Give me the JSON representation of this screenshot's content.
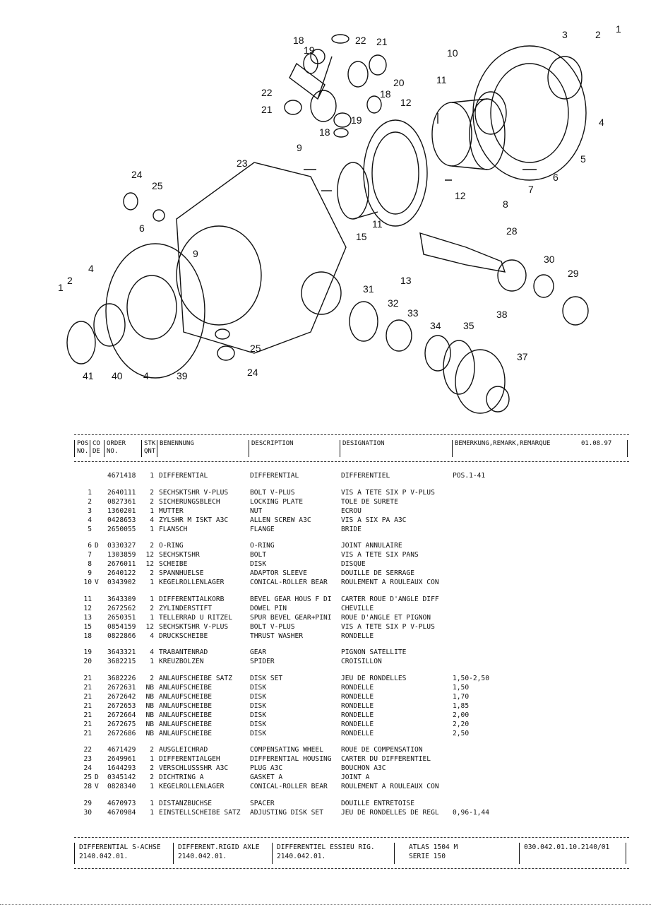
{
  "diagram": {
    "callouts": [
      "18",
      "19",
      "22",
      "21",
      "20",
      "22",
      "21",
      "18",
      "19",
      "18",
      "12",
      "11",
      "10",
      "3",
      "2",
      "1",
      "4",
      "5",
      "6",
      "7",
      "8",
      "9",
      "23",
      "24",
      "25",
      "6",
      "9",
      "12",
      "11",
      "15",
      "28",
      "13",
      "30",
      "29",
      "38",
      "4",
      "1",
      "2",
      "41",
      "40",
      "4",
      "39",
      "25",
      "24",
      "31",
      "32",
      "33",
      "34",
      "35",
      "37"
    ]
  },
  "header": {
    "pos": "POS",
    "pos2": "NO.",
    "co": "CO",
    "co2": "DE",
    "order": "ORDER",
    "order2": "NO.",
    "stk": "STK",
    "stk2": "QNT",
    "benennung": "BENENNUNG",
    "description": "DESCRIPTION",
    "designation": "DESIGNATION",
    "bemerkung": "BEMERKUNG,REMARK,REMARQUE",
    "date": "01.08.97"
  },
  "groups": [
    [
      {
        "pos": "",
        "co": "",
        "order": "4671418",
        "qty": "1",
        "de": "DIFFERENTIAL",
        "en": "DIFFERENTIAL",
        "fr": "DIFFERENTIEL",
        "remark": "POS.1-41"
      }
    ],
    [
      {
        "pos": "1",
        "co": "",
        "order": "2640111",
        "qty": "2",
        "de": "SECHSKTSHR V-PLUS",
        "en": "BOLT V-PLUS",
        "fr": "VIS A TETE SIX P V-PLUS",
        "remark": ""
      },
      {
        "pos": "2",
        "co": "",
        "order": "0827361",
        "qty": "2",
        "de": "SICHERUNGSBLECH",
        "en": "LOCKING PLATE",
        "fr": "TOLE DE SURETE",
        "remark": ""
      },
      {
        "pos": "3",
        "co": "",
        "order": "1360201",
        "qty": "1",
        "de": "MUTTER",
        "en": "NUT",
        "fr": "ECROU",
        "remark": ""
      },
      {
        "pos": "4",
        "co": "",
        "order": "0428653",
        "qty": "4",
        "de": "ZYLSHR M ISKT A3C",
        "en": "ALLEN SCREW A3C",
        "fr": "VIS A SIX PA A3C",
        "remark": ""
      },
      {
        "pos": "5",
        "co": "",
        "order": "2650055",
        "qty": "1",
        "de": "FLANSCH",
        "en": "FLANGE",
        "fr": "BRIDE",
        "remark": ""
      }
    ],
    [
      {
        "pos": "6",
        "co": "D",
        "order": "0330327",
        "qty": "2",
        "de": "O-RING",
        "en": "O-RING",
        "fr": "JOINT ANNULAIRE",
        "remark": ""
      },
      {
        "pos": "7",
        "co": "",
        "order": "1303859",
        "qty": "12",
        "de": "SECHSKTSHR",
        "en": "BOLT",
        "fr": "VIS A TETE SIX PANS",
        "remark": ""
      },
      {
        "pos": "8",
        "co": "",
        "order": "2676011",
        "qty": "12",
        "de": "SCHEIBE",
        "en": "DISK",
        "fr": "DISQUE",
        "remark": ""
      },
      {
        "pos": "9",
        "co": "",
        "order": "2640122",
        "qty": "2",
        "de": "SPANNHUELSE",
        "en": "ADAPTOR SLEEVE",
        "fr": "DOUILLE DE SERRAGE",
        "remark": ""
      },
      {
        "pos": "10",
        "co": "V",
        "order": "0343902",
        "qty": "1",
        "de": "KEGELROLLENLAGER",
        "en": "CONICAL-ROLLER BEAR",
        "fr": "ROULEMENT A ROULEAUX CON",
        "remark": ""
      }
    ],
    [
      {
        "pos": "11",
        "co": "",
        "order": "3643309",
        "qty": "1",
        "de": "DIFFERENTIALKORB",
        "en": "BEVEL GEAR HOUS F DI",
        "fr": "CARTER ROUE D'ANGLE DIFF",
        "remark": ""
      },
      {
        "pos": "12",
        "co": "",
        "order": "2672562",
        "qty": "2",
        "de": "ZYLINDERSTIFT",
        "en": "DOWEL PIN",
        "fr": "CHEVILLE",
        "remark": ""
      },
      {
        "pos": "13",
        "co": "",
        "order": "2650351",
        "qty": "1",
        "de": "TELLERRAD U RITZEL",
        "en": "SPUR BEVEL GEAR+PINI",
        "fr": "ROUE D'ANGLE ET PIGNON",
        "remark": ""
      },
      {
        "pos": "15",
        "co": "",
        "order": "0854159",
        "qty": "12",
        "de": "SECHSKTSHR V-PLUS",
        "en": "BOLT V-PLUS",
        "fr": "VIS A TETE SIX P V-PLUS",
        "remark": ""
      },
      {
        "pos": "18",
        "co": "",
        "order": "0822866",
        "qty": "4",
        "de": "DRUCKSCHEIBE",
        "en": "THRUST WASHER",
        "fr": "RONDELLE",
        "remark": ""
      }
    ],
    [
      {
        "pos": "19",
        "co": "",
        "order": "3643321",
        "qty": "4",
        "de": "TRABANTENRAD",
        "en": "GEAR",
        "fr": "PIGNON SATELLITE",
        "remark": ""
      },
      {
        "pos": "20",
        "co": "",
        "order": "3682215",
        "qty": "1",
        "de": "KREUZBOLZEN",
        "en": "SPIDER",
        "fr": "CROISILLON",
        "remark": ""
      }
    ],
    [
      {
        "pos": "21",
        "co": "",
        "order": "3682226",
        "qty": "2",
        "de": "ANLAUFSCHEIBE SATZ",
        "en": "DISK SET",
        "fr": "JEU DE RONDELLES",
        "remark": "1,50-2,50"
      },
      {
        "pos": "21",
        "co": "",
        "order": "2672631",
        "qty": "NB",
        "de": "ANLAUFSCHEIBE",
        "en": "DISK",
        "fr": "RONDELLE",
        "remark": "1,50"
      },
      {
        "pos": "21",
        "co": "",
        "order": "2672642",
        "qty": "NB",
        "de": "ANLAUFSCHEIBE",
        "en": "DISK",
        "fr": "RONDELLE",
        "remark": "1,70"
      },
      {
        "pos": "21",
        "co": "",
        "order": "2672653",
        "qty": "NB",
        "de": "ANLAUFSCHEIBE",
        "en": "DISK",
        "fr": "RONDELLE",
        "remark": "1,85"
      },
      {
        "pos": "21",
        "co": "",
        "order": "2672664",
        "qty": "NB",
        "de": "ANLAUFSCHEIBE",
        "en": "DISK",
        "fr": "RONDELLE",
        "remark": "2,00"
      },
      {
        "pos": "21",
        "co": "",
        "order": "2672675",
        "qty": "NB",
        "de": "ANLAUFSCHEIBE",
        "en": "DISK",
        "fr": "RONDELLE",
        "remark": "2,20"
      },
      {
        "pos": "21",
        "co": "",
        "order": "2672686",
        "qty": "NB",
        "de": "ANLAUFSCHEIBE",
        "en": "DISK",
        "fr": "RONDELLE",
        "remark": "2,50"
      }
    ],
    [
      {
        "pos": "22",
        "co": "",
        "order": "4671429",
        "qty": "2",
        "de": "AUSGLEICHRAD",
        "en": "COMPENSATING WHEEL",
        "fr": "ROUE DE COMPENSATION",
        "remark": ""
      },
      {
        "pos": "23",
        "co": "",
        "order": "2649961",
        "qty": "1",
        "de": "DIFFERENTIALGEH",
        "en": "DIFFERENTIAL HOUSING",
        "fr": "CARTER DU DIFFERENTIEL",
        "remark": ""
      },
      {
        "pos": "24",
        "co": "",
        "order": "1644293",
        "qty": "2",
        "de": "VERSCHLUSSSHR A3C",
        "en": "PLUG A3C",
        "fr": "BOUCHON A3C",
        "remark": ""
      },
      {
        "pos": "25",
        "co": "D",
        "order": "0345142",
        "qty": "2",
        "de": "DICHTRING A",
        "en": "GASKET A",
        "fr": "JOINT A",
        "remark": ""
      },
      {
        "pos": "28",
        "co": "V",
        "order": "0828340",
        "qty": "1",
        "de": "KEGELROLLENLAGER",
        "en": "CONICAL-ROLLER BEAR",
        "fr": "ROULEMENT A ROULEAUX CON",
        "remark": ""
      }
    ],
    [
      {
        "pos": "29",
        "co": "",
        "order": "4670973",
        "qty": "1",
        "de": "DISTANZBUCHSE",
        "en": "SPACER",
        "fr": "DOUILLE ENTRETOISE",
        "remark": ""
      },
      {
        "pos": "30",
        "co": "",
        "order": "4670984",
        "qty": "1",
        "de": "EINSTELLSCHEIBE SATZ",
        "en": "ADJUSTING DISK SET",
        "fr": "JEU DE RONDELLES DE REGL",
        "remark": "0,96-1,44"
      }
    ]
  ],
  "footer": {
    "de_title": "DIFFERENTIAL S-ACHSE",
    "de_no": "2140.042.01.",
    "en_title": "DIFFERENT.RIGID AXLE",
    "en_no": "2140.042.01.",
    "fr_title": "DIFFERENTIEL ESSIEU RIG.",
    "fr_no": "2140.042.01.",
    "atlas": "ATLAS   1504 M",
    "serie": "SERIE  150",
    "code": "030.042.01.10.2140/01"
  }
}
